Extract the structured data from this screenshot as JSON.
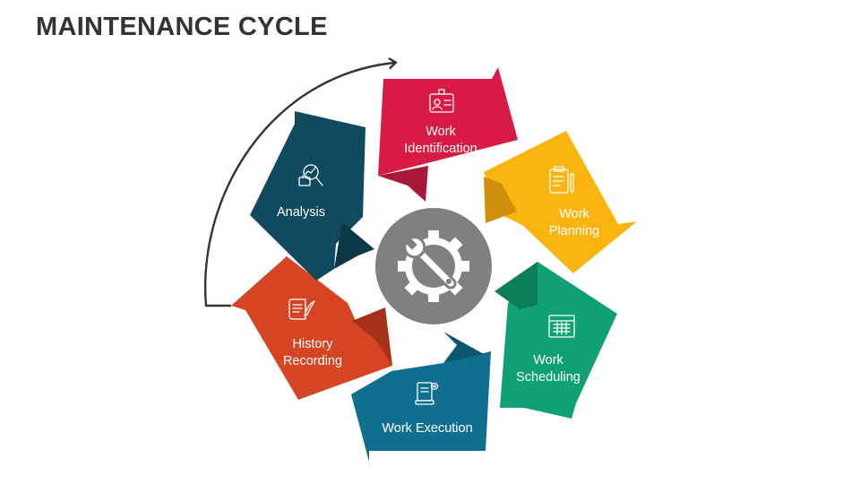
{
  "title": "MAINTENANCE CYCLE",
  "steps": [
    {
      "label_line1": "Work",
      "label_line2": "Identification",
      "icon": "id-badge-icon",
      "color": "#D81B45",
      "shade": "#A9173A"
    },
    {
      "label_line1": "Work",
      "label_line2": "Planning",
      "icon": "clipboard-pencil-icon",
      "color": "#F9B410",
      "shade": "#D08F0A"
    },
    {
      "label_line1": "Work",
      "label_line2": "Scheduling",
      "icon": "calendar-icon",
      "color": "#0FA173",
      "shade": "#0B7D59"
    },
    {
      "label_line1": "Work Execution",
      "label_line2": "",
      "icon": "document-gear-icon",
      "color": "#106F8E",
      "shade": "#0C5670"
    },
    {
      "label_line1": "History",
      "label_line2": "Recording",
      "icon": "scroll-quill-icon",
      "color": "#D64523",
      "shade": "#A5311A"
    },
    {
      "label_line1": "Analysis",
      "label_line2": "",
      "icon": "magnifier-chart-icon",
      "color": "#0F4A5E",
      "shade": "#0B3746"
    }
  ],
  "center": {
    "icon": "gear-wrench-icon",
    "color": "#808080"
  },
  "loop_arrow_color": "#333333"
}
